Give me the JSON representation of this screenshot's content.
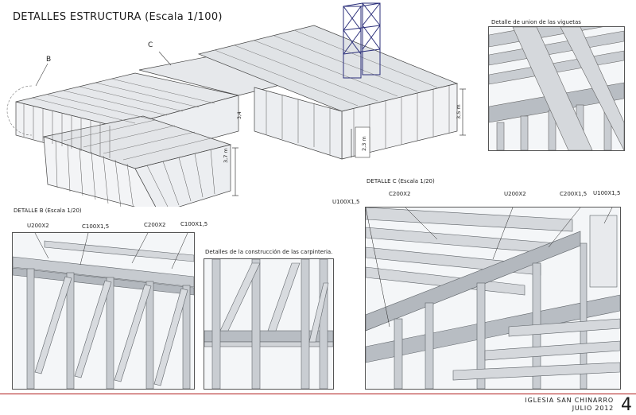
{
  "main_title": "DETALLES ESTRUCTURA (Escala 1/100)",
  "overview": {
    "callout_b": "B",
    "callout_c": "C",
    "dim_left": "3,7 m",
    "dim_mid_1": "3,4",
    "dim_mid_2": "2,3 m",
    "dim_right": "3,5 m"
  },
  "detail_union": {
    "title": "Detalle de union de las viguetas"
  },
  "detail_b": {
    "title": "DETALLE B (Escala 1/20)",
    "labels": [
      "U200X2",
      "C100X1,5",
      "C200X2",
      "C100X1,5"
    ]
  },
  "detail_carpinteria": {
    "title": "Detalles de la construcción de las carpinteria."
  },
  "detail_c": {
    "title": "DETALLE C (Escala 1/20)",
    "labels": [
      "U100X1,5",
      "C200X2",
      "U200X2",
      "C200X1,5",
      "U100X1,5"
    ]
  },
  "footer": {
    "project": "IGLESIA SAN CHINARRO",
    "date": "JULIO 2012",
    "page": "4"
  }
}
